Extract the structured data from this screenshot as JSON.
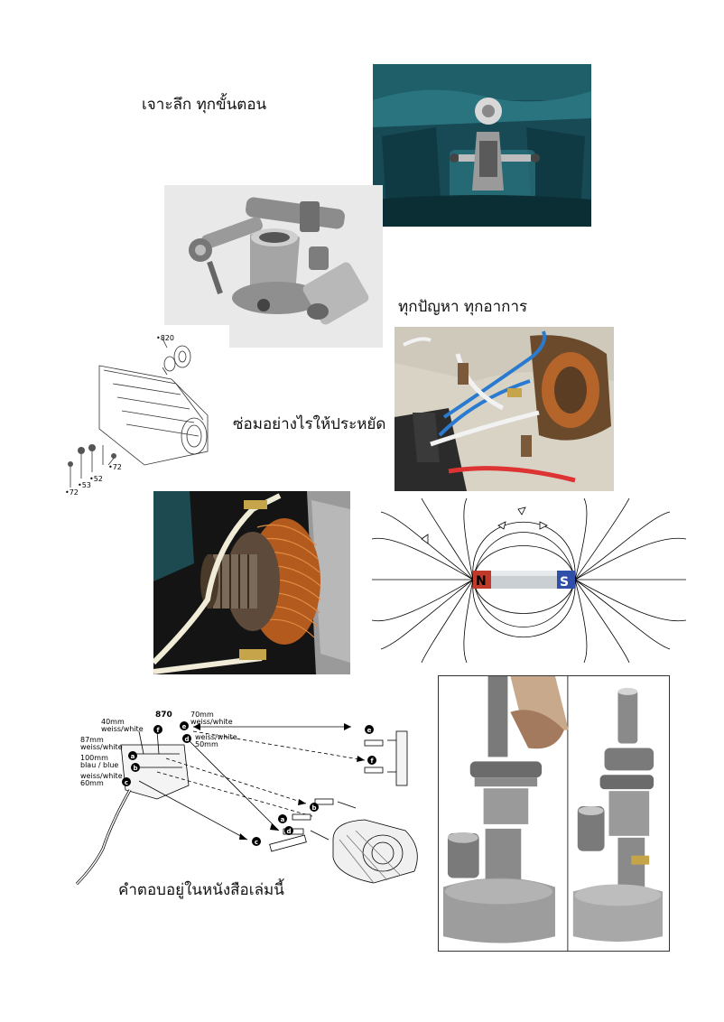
{
  "captions": {
    "deep_dive": "เจาะลึก  ทุกขั้นตอน",
    "every_problem": "ทุกปัญหา  ทุกอาการ",
    "repair_economy": "ซ่อมอย่างไรให้ประหยัด",
    "answer_in_book": "คำตอบอยู่ในหนังสือเล่มนี้"
  },
  "exploded_diagram": {
    "part_820": "•820",
    "part_72_a": "•72",
    "part_72_b": "•72",
    "part_53": "•53",
    "part_52": "•52"
  },
  "magnet": {
    "north": "N",
    "south": "S"
  },
  "wiring_diagram": {
    "part_870": "870",
    "wire_f_len": "40mm",
    "wire_f_color": "weiss/white",
    "wire_e_len": "70mm",
    "wire_e_color": "weiss/white",
    "wire_d_color": "weiss/white",
    "wire_d_len": "50mm",
    "wire_a_len": "87mm",
    "wire_a_color": "weiss/white",
    "wire_b_len": "100mm",
    "wire_b_color": "blau / blue",
    "wire_c_color": "weiss/white",
    "wire_c_len": "60mm",
    "letter_a": "a",
    "letter_b": "b",
    "letter_c": "c",
    "letter_d": "d",
    "letter_e": "e",
    "letter_f": "f"
  },
  "colors": {
    "housing_teal": "#1f5f6a",
    "copper": "#b5652a",
    "magnet_red": "#c0392b",
    "magnet_blue": "#2f4fa8"
  }
}
